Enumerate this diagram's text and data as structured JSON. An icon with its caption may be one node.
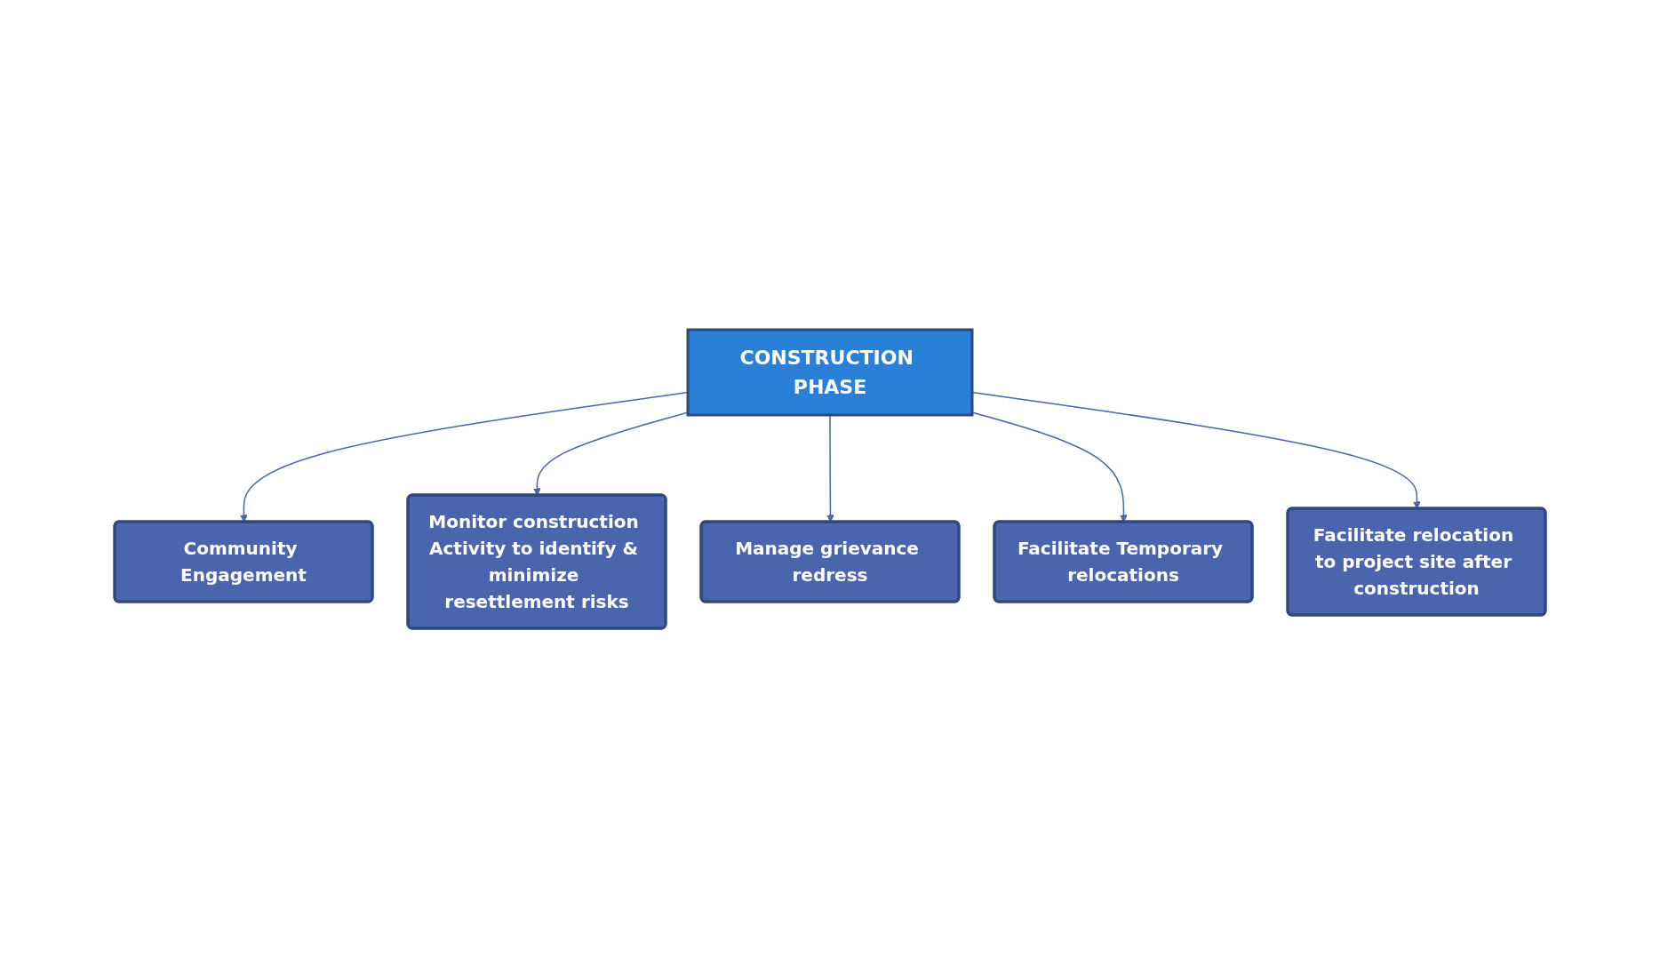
{
  "diagram": {
    "nodes": [
      {
        "text": [
          "CONSTRUCTION PHASE"
        ]
      },
      {
        "text": [
          "Community Engagement"
        ]
      },
      {
        "text": [
          "Monitor construction Activity to identify & minimize resettlement risks"
        ]
      },
      {
        "text": [
          "Manage grievance redress"
        ]
      },
      {
        "text": [
          "Facilitate Temporary relocations"
        ]
      },
      {
        "text": [
          "Facilitate relocation to project site after construction"
        ]
      }
    ],
    "edges": [
      {
        "from": 0,
        "to": 1,
        "arrow": "to"
      },
      {
        "from": 0,
        "to": 2,
        "arrow": "to"
      },
      {
        "from": 0,
        "to": 3,
        "arrow": "to"
      },
      {
        "from": 0,
        "to": 4,
        "arrow": "to"
      },
      {
        "from": 0,
        "to": 5,
        "arrow": "to"
      }
    ]
  }
}
